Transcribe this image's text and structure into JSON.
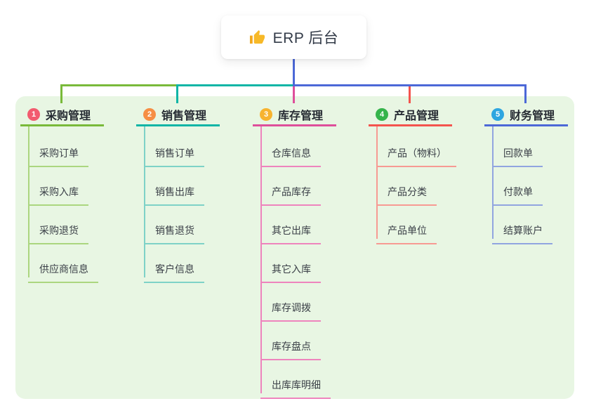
{
  "root": {
    "label": "ERP 后台",
    "icon": "thumbs-up-icon",
    "line_color": "#4c68d7"
  },
  "canvas": {
    "bg_color": "#e8f6e3"
  },
  "branches": [
    {
      "badge": "1",
      "badge_color": "#f25b6f",
      "label": "采购管理",
      "line_color": "#79ba3a",
      "child_line_color": "#abd67f",
      "children": [
        "采购订单",
        "采购入库",
        "采购退货",
        "供应商信息"
      ]
    },
    {
      "badge": "2",
      "badge_color": "#f68e44",
      "label": "销售管理",
      "line_color": "#0eb5a6",
      "child_line_color": "#7ed2c7",
      "children": [
        "销售订单",
        "销售出库",
        "销售退货",
        "客户信息"
      ]
    },
    {
      "badge": "3",
      "badge_color": "#f7b32f",
      "label": "库存管理",
      "line_color": "#de4f9b",
      "child_line_color": "#ee84bd",
      "children": [
        "仓库信息",
        "产品库存",
        "其它出库",
        "其它入库",
        "库存调拨",
        "库存盘点",
        "出库库明细"
      ]
    },
    {
      "badge": "4",
      "badge_color": "#35b44b",
      "label": "产品管理",
      "line_color": "#f4544e",
      "child_line_color": "#f79a93",
      "children": [
        "产品（物料）",
        "产品分类",
        "产品单位"
      ]
    },
    {
      "badge": "5",
      "badge_color": "#2ea6e0",
      "label": "财务管理",
      "line_color": "#4c68d7",
      "child_line_color": "#91a5e0",
      "children": [
        "回款单",
        "付款单",
        "结算账户"
      ]
    }
  ]
}
